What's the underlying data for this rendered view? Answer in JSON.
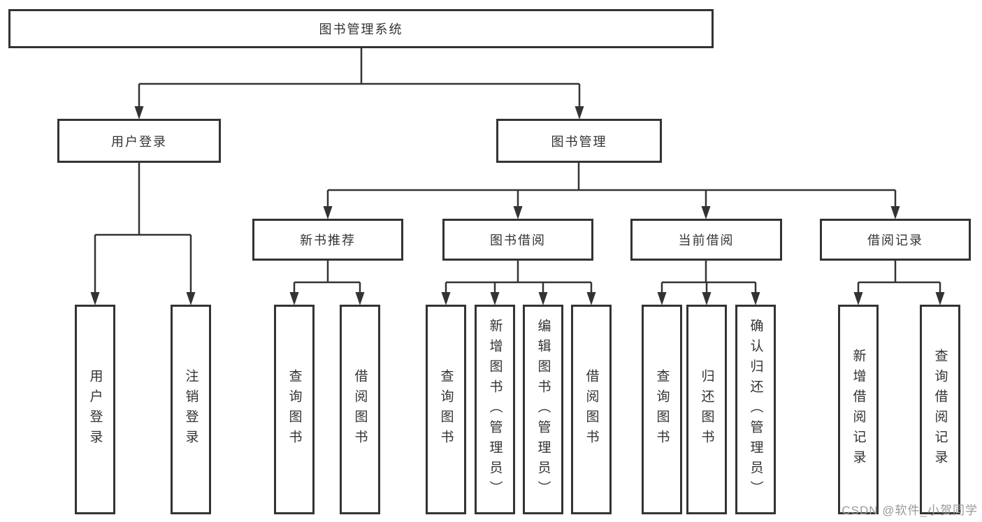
{
  "diagram": {
    "type": "hierarchy-flowchart",
    "root": {
      "label": "图书管理系统",
      "children": [
        {
          "label": "用户登录",
          "children": [
            {
              "label": "用户登录"
            },
            {
              "label": "注销登录"
            }
          ]
        },
        {
          "label": "图书管理",
          "children": [
            {
              "label": "新书推荐",
              "children": [
                {
                  "label": "查询图书"
                },
                {
                  "label": "借阅图书"
                }
              ]
            },
            {
              "label": "图书借阅",
              "children": [
                {
                  "label": "查询图书"
                },
                {
                  "label": "新增图书（管理员）"
                },
                {
                  "label": "编辑图书（管理员）"
                },
                {
                  "label": "借阅图书"
                }
              ]
            },
            {
              "label": "当前借阅",
              "children": [
                {
                  "label": "查询图书"
                },
                {
                  "label": "归还图书"
                },
                {
                  "label": "确认归还（管理员）"
                }
              ]
            },
            {
              "label": "借阅记录",
              "children": [
                {
                  "label": "新增借阅记录"
                },
                {
                  "label": "查询借阅记录"
                }
              ]
            }
          ]
        }
      ]
    }
  },
  "watermark": {
    "label": "CSDN @软件_小贺同学"
  },
  "colors": {
    "line": "#333333",
    "text": "#333333",
    "bg": "#ffffff",
    "watermark": "#999999"
  }
}
